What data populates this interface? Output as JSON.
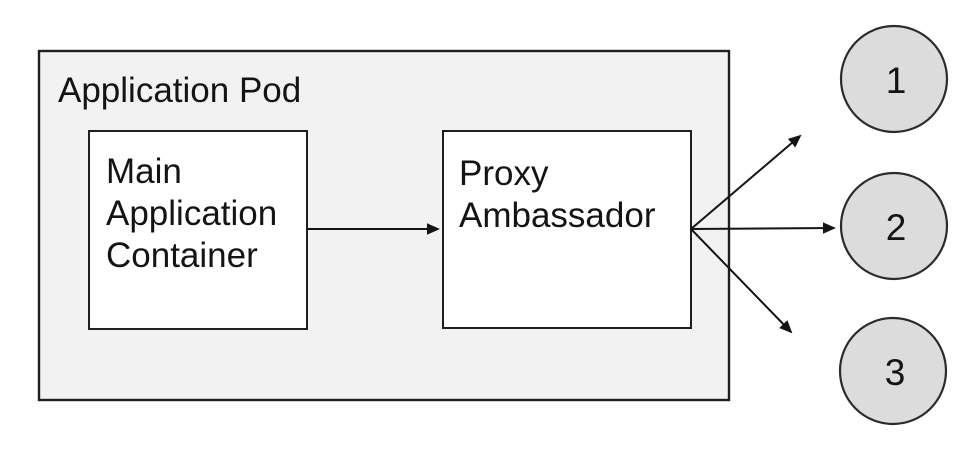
{
  "diagram": {
    "pod": {
      "label": "Application Pod"
    },
    "nodes": {
      "main_container": {
        "lines": [
          "Main",
          "Application",
          "Container"
        ]
      },
      "proxy_ambassador": {
        "lines": [
          "Proxy",
          "Ambassador"
        ]
      }
    },
    "endpoints": [
      {
        "label": "1"
      },
      {
        "label": "2"
      },
      {
        "label": "3"
      }
    ],
    "connectors": [
      "main-container-to-proxy-ambassador",
      "proxy-ambassador-to-endpoint-1",
      "proxy-ambassador-to-endpoint-2",
      "proxy-ambassador-to-endpoint-3"
    ],
    "colors": {
      "pod_fill": "#f2f2f2",
      "node_fill": "#ffffff",
      "endpoint_fill": "#dcdcdc",
      "stroke": "#1f1f1f",
      "text": "#141414"
    }
  }
}
